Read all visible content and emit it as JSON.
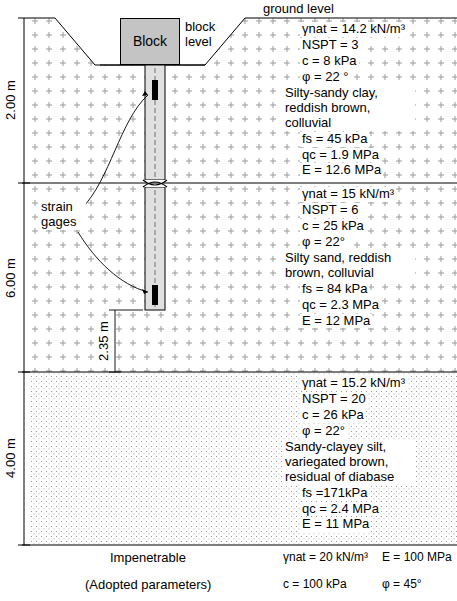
{
  "diagram": {
    "nodes": [
      {
        "text": [
          "Block"
        ]
      },
      {
        "text": [
          "γnat = 14.2 kN/m³",
          "NSPT = 3",
          "c = 8 kPa",
          "φ = 22 °",
          "Silty-sandy clay, reddish brown, colluvial",
          "fs = 45 kPa",
          "qc = 1.9 MPa",
          "E = 12.6 MPa"
        ]
      },
      {
        "text": [
          "γnat = 15 kN/m³",
          "NSPT = 6",
          "c = 25 kPa",
          "φ = 22°",
          "Silty sand, reddish brown, colluvial",
          "fs = 84 kPa",
          "qc = 2.3 MPa",
          "E = 12 MPa"
        ]
      },
      {
        "text": [
          "γnat = 15.2 kN/m³",
          "NSPT = 20",
          "c = 26 kPa",
          "φ = 22°",
          "Sandy-clayey silt, variegated brown, residual of diabase",
          "fs =171kPa",
          "qc = 2.4 MPa",
          "E = 11 MPa"
        ]
      },
      {
        "text": [
          "Impenetrable",
          "(Adopted parameters)",
          "γnat = 20 kN/m³",
          "E = 100 MPa",
          "c = 100 kPa",
          "φ = 45°"
        ]
      }
    ],
    "labels": [
      "ground level",
      "block level",
      "strain gages",
      "2.00 m",
      "6.00 m",
      "4.00 m",
      "2.35 m"
    ]
  }
}
